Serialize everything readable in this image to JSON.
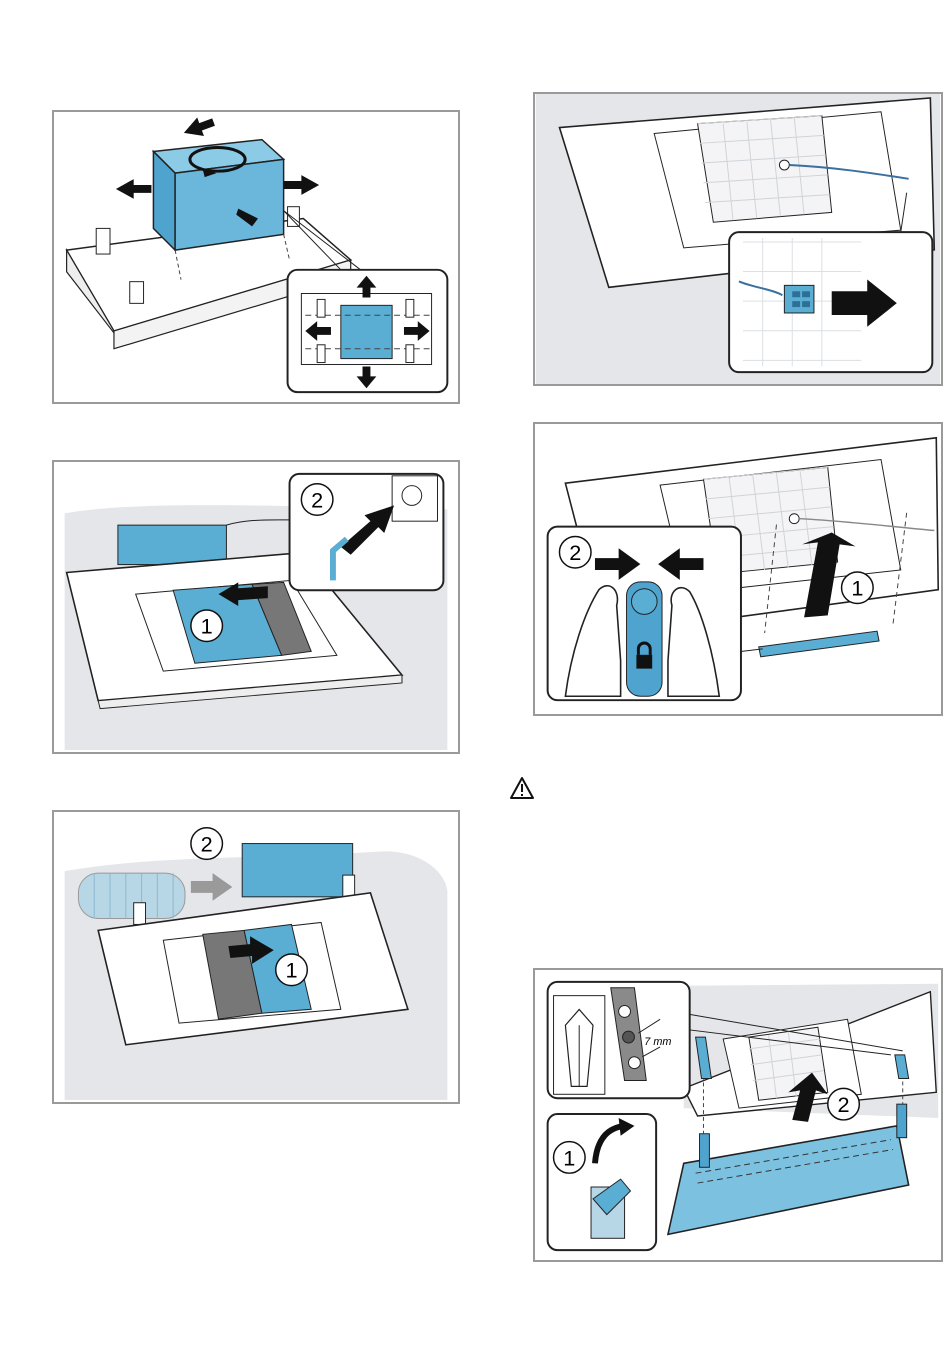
{
  "figures": {
    "fig1": {
      "icon": "box-rotate-arrows",
      "accent": "#5aaed4"
    },
    "fig2": {
      "step_1": "1",
      "step_2": "2",
      "icon": "plug-socket"
    },
    "fig3": {
      "step_1": "1",
      "step_2": "2",
      "icon": "duct-hose"
    },
    "fig4": {
      "icon": "cable-connector"
    },
    "fig5": {
      "step_1": "1",
      "step_2": "2",
      "icon": "fingers-lock"
    },
    "fig6": {
      "step_1": "1",
      "step_2": "2",
      "dimension": "7 mm",
      "icon": "screw-bracket"
    }
  },
  "warning": {
    "icon": "warning-triangle-icon"
  },
  "colors": {
    "accent": "#5aaed4",
    "gray_bg": "#e4e6ea",
    "dark": "#1a1a1a"
  }
}
